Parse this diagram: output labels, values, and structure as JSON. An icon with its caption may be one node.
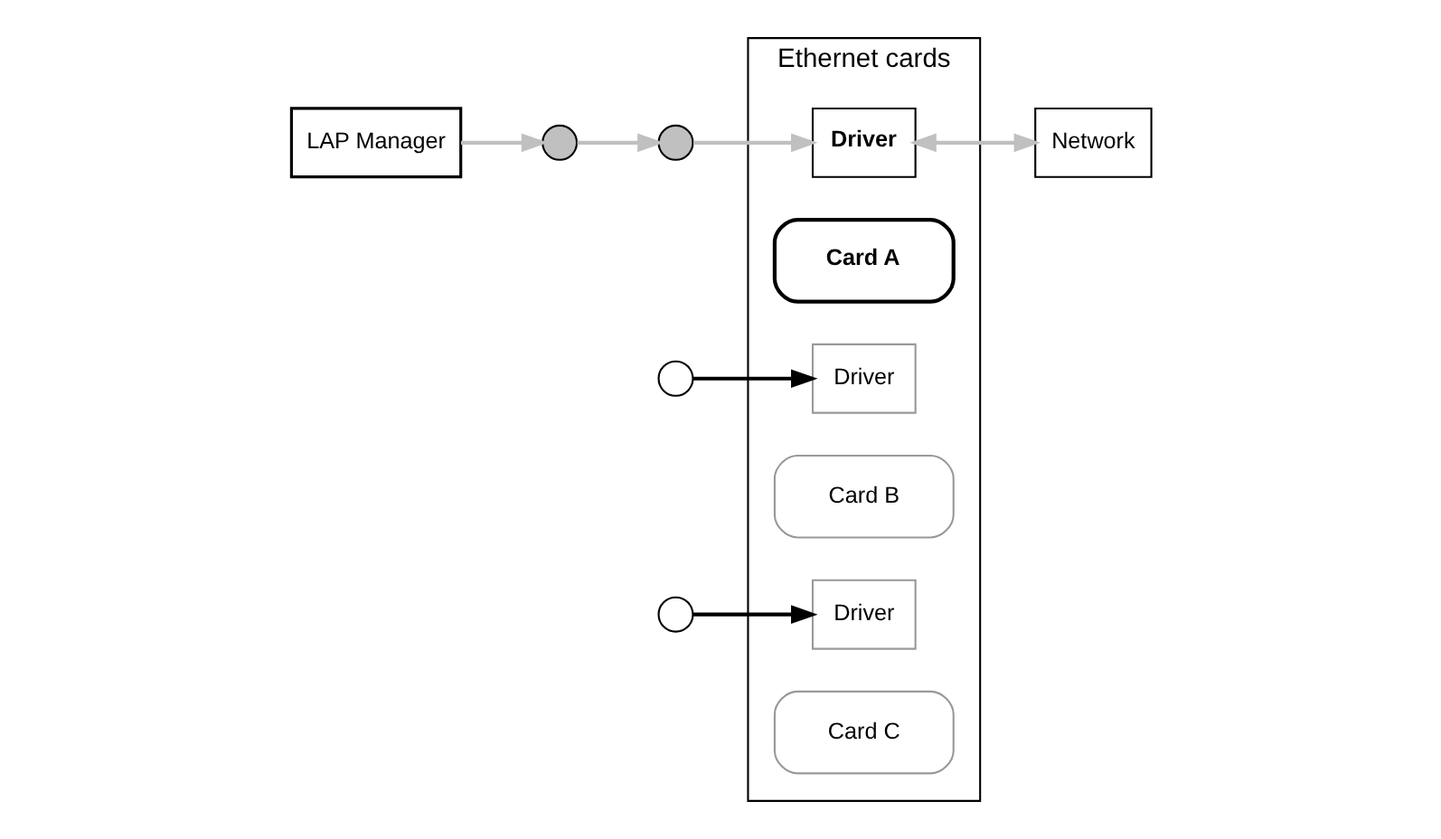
{
  "diagram": {
    "nodes": [
      {
        "text": [
          "Ethernet cards"
        ]
      },
      {
        "text": [
          "Driver"
        ],
        "in": 0
      },
      {
        "text": [
          "Card A"
        ],
        "in": 0
      },
      {
        "text": [
          "Network"
        ]
      },
      {
        "text": [],
        "shape": "circle"
      },
      {
        "text": [
          "LAP Manager"
        ]
      },
      {
        "text": [],
        "shape": "circle"
      },
      {
        "text": [],
        "shape": "circle"
      },
      {
        "text": [
          "Driver"
        ],
        "in": 0
      },
      {
        "text": [
          "Card B"
        ],
        "in": 0
      },
      {
        "text": [],
        "shape": "circle"
      },
      {
        "text": [
          "Driver"
        ],
        "in": 0
      },
      {
        "text": [
          "Card C"
        ],
        "in": 0
      }
    ],
    "edges": [
      {
        "from": 5,
        "to": 6,
        "arrow": "to",
        "color": "#c0c0c0"
      },
      {
        "from": 6,
        "to": 4,
        "arrow": "to",
        "color": "#c0c0c0"
      },
      {
        "from": 4,
        "to": 1,
        "arrow": "to",
        "color": "#c0c0c0"
      },
      {
        "from": 1,
        "to": 3,
        "arrow": "both",
        "color": "#c0c0c0"
      },
      {
        "from": 7,
        "to": 8,
        "arrow": "to",
        "color": "#000000"
      },
      {
        "from": 10,
        "to": 11,
        "arrow": "to",
        "color": "#000000"
      }
    ]
  }
}
